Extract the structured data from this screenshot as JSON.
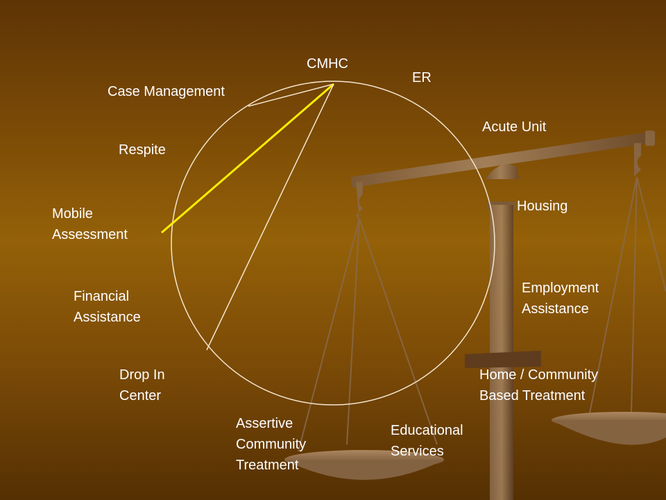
{
  "diagram": {
    "hub": "CMHC",
    "nodes": [
      {
        "id": "er",
        "lines": [
          "ER"
        ]
      },
      {
        "id": "acute-unit",
        "lines": [
          "Acute Unit"
        ]
      },
      {
        "id": "housing",
        "lines": [
          "Housing"
        ]
      },
      {
        "id": "employment-assistance",
        "lines": [
          "Employment",
          "Assistance"
        ]
      },
      {
        "id": "home-community-based-treatment",
        "lines": [
          "Home / Community",
          "Based Treatment"
        ]
      },
      {
        "id": "educational-services",
        "lines": [
          "Educational",
          "Services"
        ]
      },
      {
        "id": "assertive-community-treatment",
        "lines": [
          "Assertive",
          "Community",
          "Treatment"
        ]
      },
      {
        "id": "drop-in-center",
        "lines": [
          "Drop In",
          "Center"
        ]
      },
      {
        "id": "financial-assistance",
        "lines": [
          "Financial",
          "Assistance"
        ]
      },
      {
        "id": "mobile-assessment",
        "lines": [
          "Mobile",
          "Assessment"
        ]
      },
      {
        "id": "respite",
        "lines": [
          "Respite"
        ]
      },
      {
        "id": "case-management",
        "lines": [
          "Case Management"
        ]
      }
    ],
    "connections": [
      {
        "from": "CMHC",
        "to": "case-management",
        "highlight": false
      },
      {
        "from": "CMHC",
        "to": "mobile-assessment",
        "highlight": true
      },
      {
        "from": "CMHC",
        "to": "drop-in-center",
        "highlight": false
      }
    ],
    "colors": {
      "circle": "#f4e7cf",
      "line": "#f4e7cf",
      "highlight": "#ffee00",
      "text": "#ffffff"
    }
  }
}
